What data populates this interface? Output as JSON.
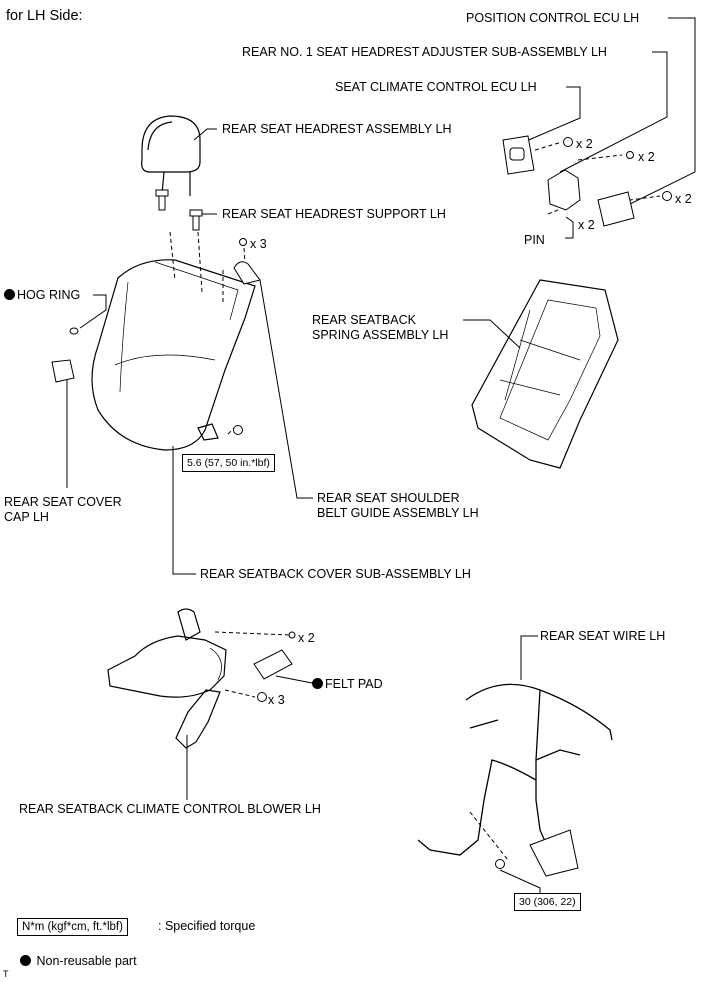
{
  "heading": "for LH Side:",
  "labels": {
    "position_control_ecu": "POSITION CONTROL ECU LH",
    "headrest_adjuster": "REAR NO. 1 SEAT HEADREST ADJUSTER SUB-ASSEMBLY LH",
    "seat_climate_ecu": "SEAT CLIMATE CONTROL ECU LH",
    "headrest_assembly": "REAR SEAT HEADREST ASSEMBLY LH",
    "headrest_support": "REAR SEAT HEADREST SUPPORT LH",
    "hog_ring": "HOG RING",
    "pin": "PIN",
    "spring_assembly": "REAR SEATBACK\nSPRING ASSEMBLY LH",
    "cover_cap": "REAR SEAT COVER\nCAP LH",
    "shoulder_belt_guide": "REAR SEAT SHOULDER\nBELT GUIDE ASSEMBLY LH",
    "seatback_cover": "REAR SEATBACK COVER SUB-ASSEMBLY LH",
    "seat_wire": "REAR SEAT WIRE LH",
    "felt_pad": "FELT PAD",
    "blower": "REAR SEATBACK CLIMATE CONTROL BLOWER LH"
  },
  "quantities": {
    "ecu_clip": "x 2",
    "adjuster_bolt": "x 2",
    "position_ecu_clip": "x 2",
    "pin": "x 2",
    "guide_screw": "x 3",
    "blower_screw": "x 2",
    "blower_clip": "x 3"
  },
  "torques": {
    "seatback_nut": "5.6 (57, 50 in.*lbf)",
    "wire_bolt": "30 (306, 22)"
  },
  "legend": {
    "torque_box": "N*m (kgf*cm, ft.*lbf)",
    "torque_text": ": Specified torque",
    "nonreusable_text": "Non-reusable part"
  },
  "corner_mark": "T"
}
